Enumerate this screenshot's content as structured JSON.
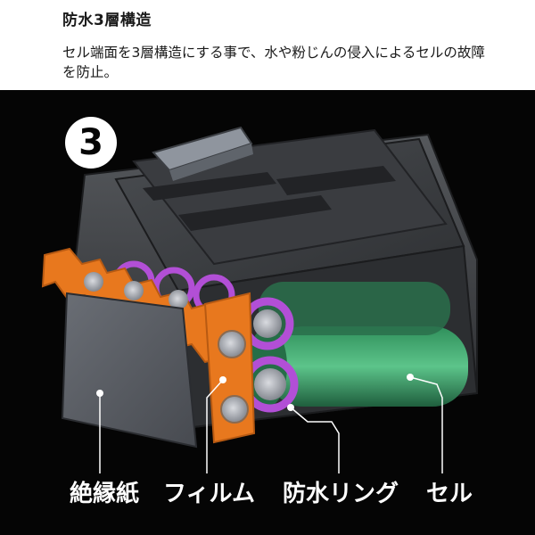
{
  "title": "防水3層構造",
  "description": "セル端面を3層構造にする事で、水や粉じんの侵入によるセルの故障を防止。",
  "step_badge": "3",
  "labels": {
    "insulating_paper": "絶縁紙",
    "film": "フィルム",
    "waterproof_ring": "防水リング",
    "cell": "セル"
  },
  "colors": {
    "background": "#050505",
    "battery_body": "#3b3d40",
    "film_orange": "#e8781e",
    "ring_purple": "#b24fd6",
    "cell_green": "#3fa86e",
    "paper_gray": "#5b5f66"
  }
}
